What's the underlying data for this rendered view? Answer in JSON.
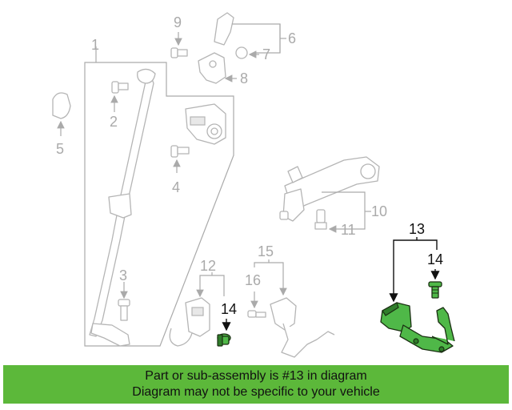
{
  "callouts": {
    "c1": "1",
    "c2": "2",
    "c3": "3",
    "c4": "4",
    "c5": "5",
    "c6": "6",
    "c7": "7",
    "c8": "8",
    "c9": "9",
    "c10": "10",
    "c11": "11",
    "c12": "12",
    "c13": "13",
    "c14a": "14",
    "c14b": "14",
    "c15": "15",
    "c16": "16"
  },
  "banner": {
    "line1": "Part or sub-assembly is #13 in diagram",
    "line2": "Diagram may not be specific to your vehicle"
  },
  "colors": {
    "highlight": "#4fb848",
    "banner": "#5cb83a",
    "faded_parts": "#b5b5b5"
  }
}
